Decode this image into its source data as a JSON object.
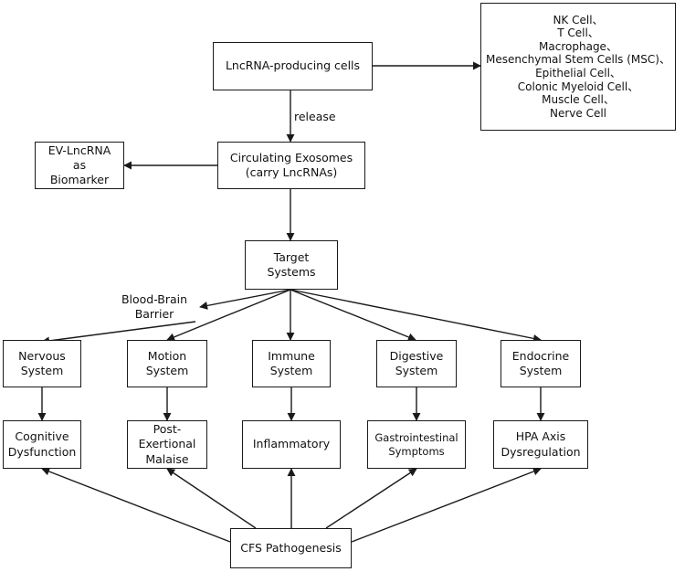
{
  "nodes": {
    "producing_cells": {
      "lines": [
        "LncRNA-producing cells"
      ]
    },
    "cell_types": {
      "lines": [
        "NK Cell、",
        "T Cell、",
        "Macrophage、",
        "Mesenchymal Stem Cells (MSC)、",
        "Epithelial Cell、",
        "Colonic Myeloid Cell、",
        "Muscle Cell、",
        "Nerve Cell"
      ]
    },
    "exosomes": {
      "lines": [
        "Circulating Exosomes",
        "(carry LncRNAs)"
      ]
    },
    "biomarker": {
      "lines": [
        "EV-LncRNA",
        "as",
        "Biomarker"
      ]
    },
    "target_systems": {
      "lines": [
        "Target",
        "Systems"
      ]
    },
    "nervous": {
      "lines": [
        "Nervous",
        "System"
      ]
    },
    "motion": {
      "lines": [
        "Motion",
        "System"
      ]
    },
    "immune": {
      "lines": [
        "Immune",
        "System"
      ]
    },
    "digestive": {
      "lines": [
        "Digestive",
        "System"
      ]
    },
    "endocrine": {
      "lines": [
        "Endocrine",
        "System"
      ]
    },
    "cognitive": {
      "lines": [
        "Cognitive",
        "Dysfunction"
      ]
    },
    "pem": {
      "lines": [
        "Post-",
        "Exertional",
        "Malaise"
      ]
    },
    "inflammatory": {
      "lines": [
        "Inflammatory"
      ]
    },
    "gi": {
      "lines": [
        "Gastrointestinal",
        "Symptoms"
      ]
    },
    "hpa": {
      "lines": [
        "HPA Axis",
        "Dysregulation"
      ]
    },
    "cfs": {
      "lines": [
        "CFS Pathogenesis"
      ]
    }
  },
  "labels": {
    "release": "release",
    "bbb": [
      "Blood-Brain",
      "Barrier"
    ]
  },
  "colors": {
    "stroke": "#1a1a1a",
    "background": "#ffffff",
    "text": "#111111"
  }
}
